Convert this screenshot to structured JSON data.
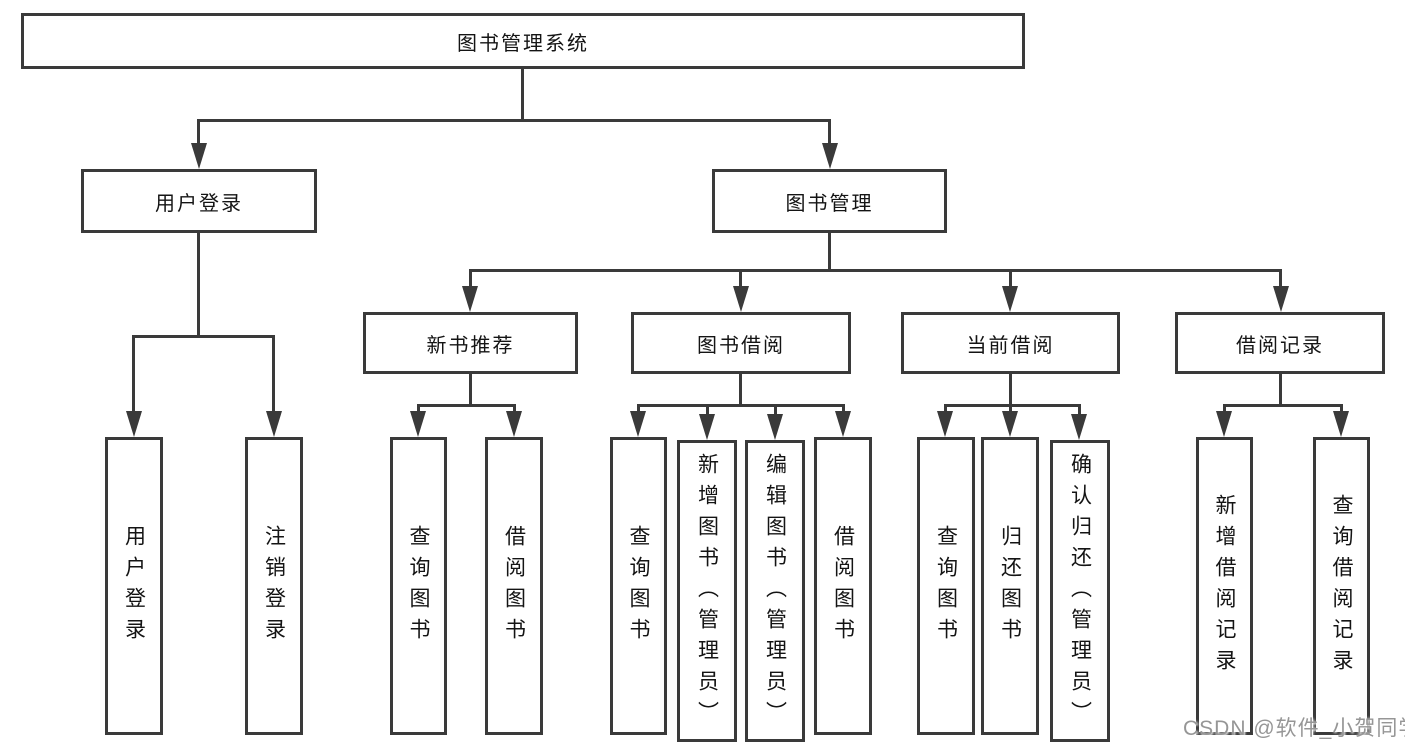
{
  "diagram_title": "图书管理系统",
  "nodes": {
    "root": {
      "label": "图书管理系统"
    },
    "level2": [
      {
        "label": "用户登录"
      },
      {
        "label": "图书管理"
      }
    ],
    "level3": [
      {
        "label": "新书推荐",
        "parent": "图书管理"
      },
      {
        "label": "图书借阅",
        "parent": "图书管理"
      },
      {
        "label": "当前借阅",
        "parent": "图书管理"
      },
      {
        "label": "借阅记录",
        "parent": "图书管理"
      }
    ],
    "leaves": [
      {
        "label": "用户登录",
        "parent": "用户登录"
      },
      {
        "label": "注销登录",
        "parent": "用户登录"
      },
      {
        "label": "查询图书",
        "parent": "新书推荐"
      },
      {
        "label": "借阅图书",
        "parent": "新书推荐"
      },
      {
        "label": "查询图书",
        "parent": "图书借阅"
      },
      {
        "label": "新增图书（管理员）",
        "parent": "图书借阅"
      },
      {
        "label": "编辑图书（管理员）",
        "parent": "图书借阅"
      },
      {
        "label": "借阅图书",
        "parent": "图书借阅"
      },
      {
        "label": "查询图书",
        "parent": "当前借阅"
      },
      {
        "label": "归还图书",
        "parent": "当前借阅"
      },
      {
        "label": "确认归还（管理员）",
        "parent": "当前借阅"
      },
      {
        "label": "新增借阅记录",
        "parent": "借阅记录"
      },
      {
        "label": "查询借阅记录",
        "parent": "借阅记录"
      }
    ]
  },
  "watermark": {
    "text": "CSDN @软件_小贺同学"
  },
  "colors": {
    "line": "#3a3a3a",
    "box_border": "#3a3a3a",
    "text": "#141414",
    "watermark": "#969696",
    "background": "#ffffff"
  }
}
